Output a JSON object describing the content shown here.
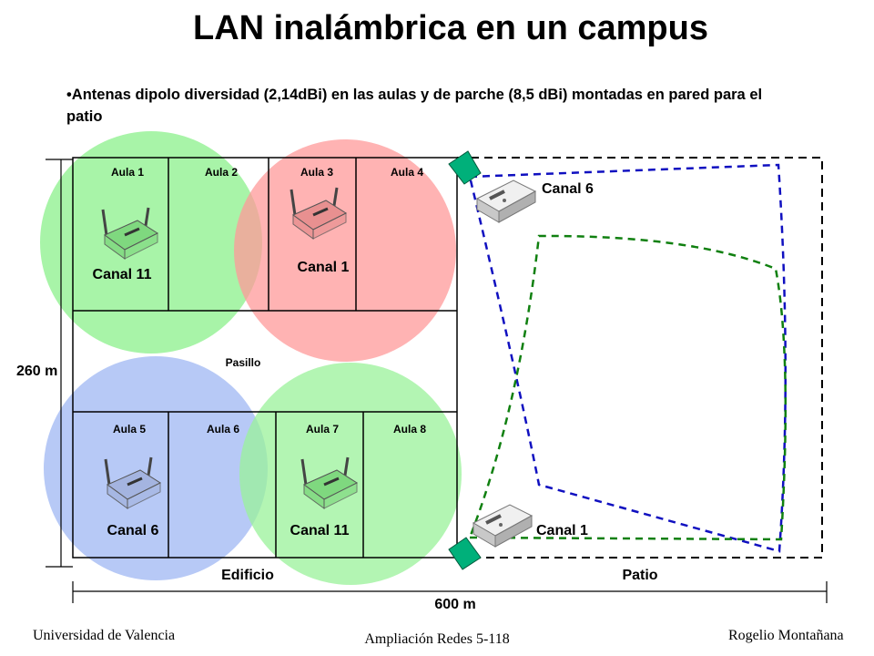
{
  "title": "LAN inalámbrica en un campus",
  "bullet": "•Antenas dipolo diversidad (2,14dBi) en las aulas y de parche (8,5 dBi) montadas en pared para el patio",
  "rooms": {
    "top": [
      "Aula 1",
      "Aula 2",
      "Aula 3",
      "Aula 4"
    ],
    "bottom": [
      "Aula 5",
      "Aula 6",
      "Aula 7",
      "Aula 8"
    ]
  },
  "corridor": "Pasillo",
  "channels": {
    "ap1": "Canal 11",
    "ap2": "Canal 1",
    "ap3": "Canal 6",
    "ap4": "Canal 11",
    "patio_top": "Canal 6",
    "patio_bottom": "Canal 1"
  },
  "zones": {
    "building": "Edificio",
    "patio": "Patio"
  },
  "dimensions": {
    "height": "260 m",
    "width": "600 m"
  },
  "footer": {
    "left": "Universidad de Valencia",
    "center": "Ampliación Redes 5-118",
    "right": "Rogelio Montañana"
  },
  "colors": {
    "green_coverage": "#99f299",
    "red_coverage": "#ff9a9a",
    "blue_coverage": "#aabff5",
    "patio_blue_pattern": "#1010c0",
    "patio_green_pattern": "#108010",
    "patch_antenna": "#00b07a"
  },
  "icons": {
    "access_point": "wireless-router-icon",
    "patio_access_point": "access-point-box-icon",
    "patch_antenna": "patch-antenna-icon"
  }
}
